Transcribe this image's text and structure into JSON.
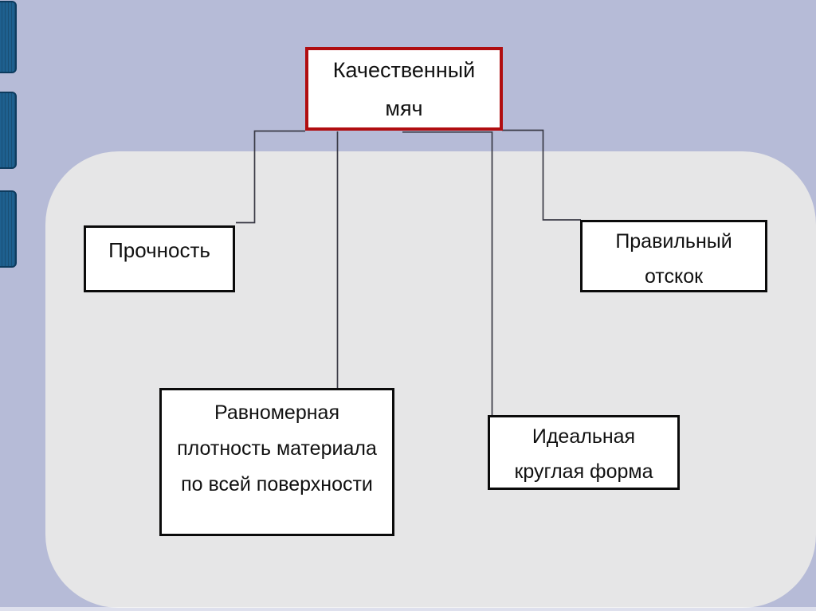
{
  "slide": {
    "title": "Качественный мяч",
    "colors": {
      "background": "#b6bbd7",
      "panel": "#e6e6e7",
      "root_node_border": "#b00d10",
      "child_node_border": "#0b0b0b",
      "node_fill": "#ffffff",
      "connector": "#3a3a46",
      "edge_tab_fill": "#1e608f",
      "edge_tab_border": "#0d3b5e",
      "text": "#111111"
    },
    "edge_tabs_count": 3
  },
  "diagram": {
    "nodes": [
      {
        "id": "root",
        "label": "Качественный мяч",
        "lines": [
          "Качественный",
          "мяч"
        ],
        "emphasis": "red-border"
      },
      {
        "id": "strength",
        "label": "Прочность",
        "lines": [
          "Прочность"
        ]
      },
      {
        "id": "bounce",
        "label": "Правильный отскок",
        "lines": [
          "Правильный",
          "отскок"
        ]
      },
      {
        "id": "density",
        "label": "Равномерная плотность материала по всей поверхности",
        "lines": [
          "Равномерная",
          "плотность материала",
          "по всей поверхности"
        ]
      },
      {
        "id": "shape",
        "label": "Идеальная круглая форма",
        "lines": [
          "Идеальная",
          "круглая форма"
        ]
      }
    ],
    "edges": [
      {
        "from": "root",
        "to": "strength"
      },
      {
        "from": "root",
        "to": "density"
      },
      {
        "from": "root",
        "to": "shape"
      },
      {
        "from": "root",
        "to": "bounce"
      }
    ]
  }
}
